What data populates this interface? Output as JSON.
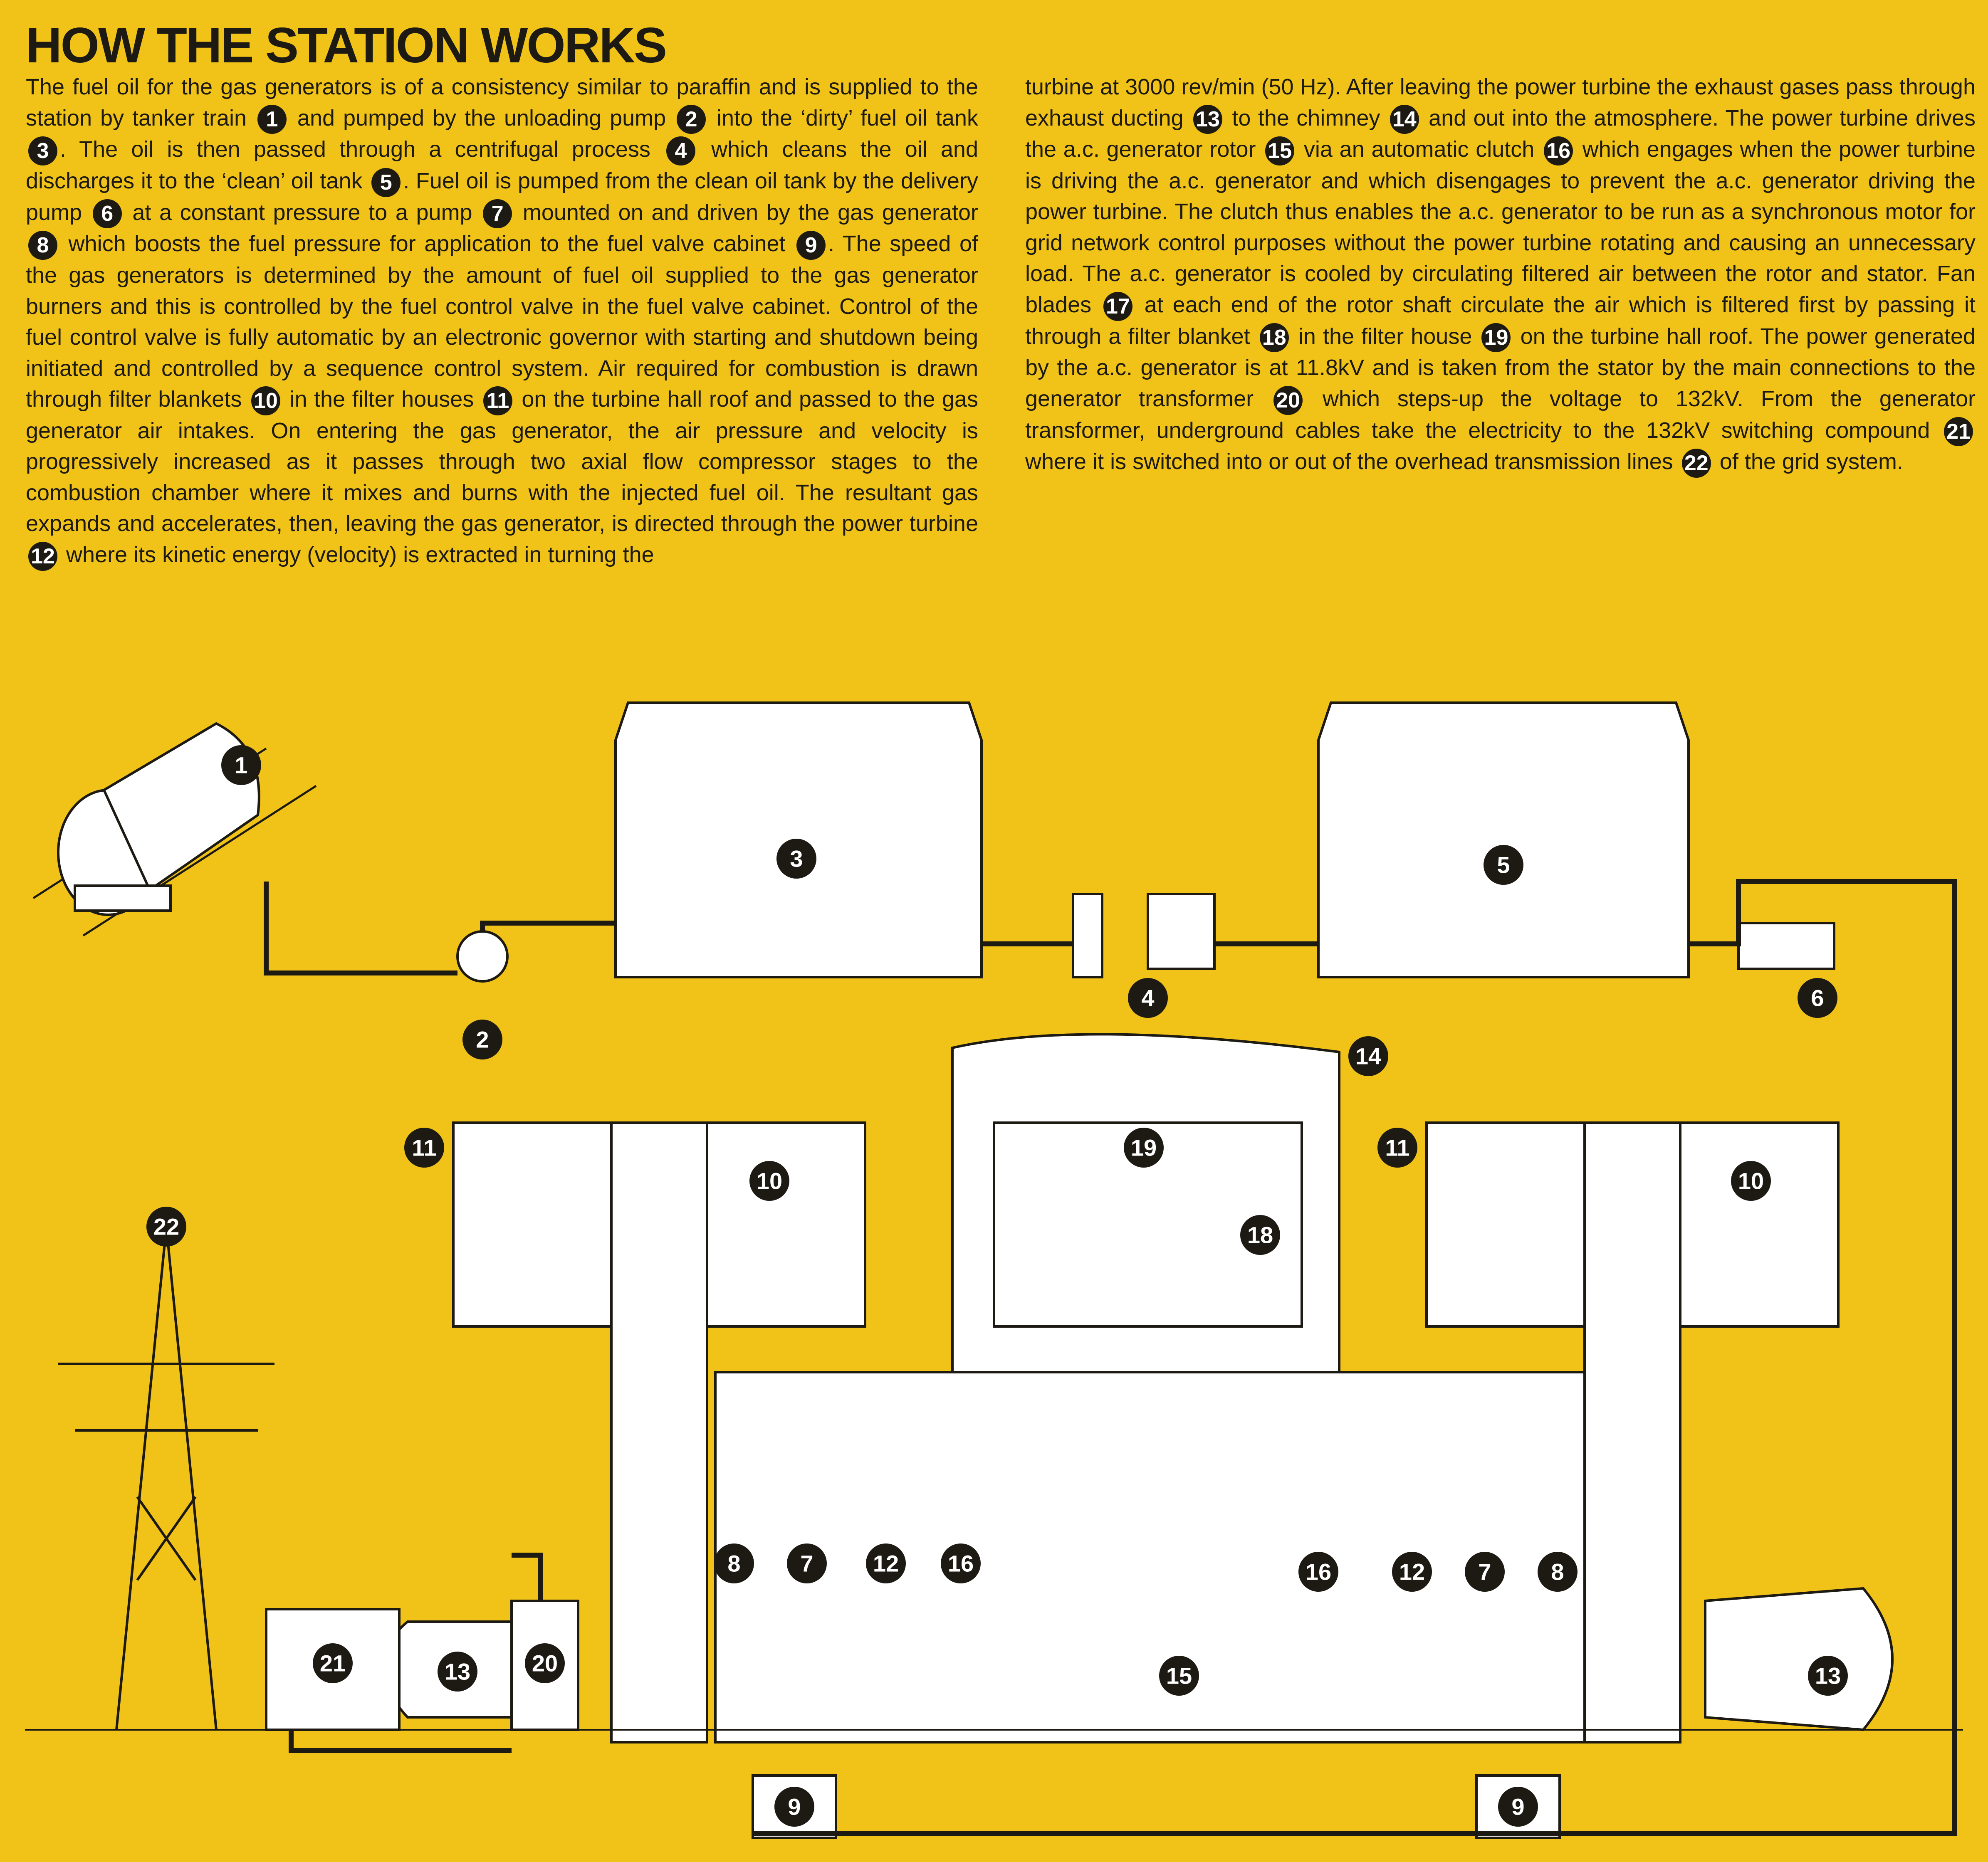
{
  "title": "HOW THE STATION WORKS",
  "left_column": [
    {
      "t": "The fuel oil for the gas generators is of a consistency similar to paraffin and is supplied to the station by tanker train "
    },
    {
      "b": "1"
    },
    {
      "t": " and pumped by the unloading pump "
    },
    {
      "b": "2"
    },
    {
      "t": " into the ‘dirty’ fuel oil tank "
    },
    {
      "b": "3"
    },
    {
      "t": ". The oil is then passed through a centrifugal process "
    },
    {
      "b": "4"
    },
    {
      "t": " which cleans the oil and discharges it to the ‘clean’ oil tank "
    },
    {
      "b": "5"
    },
    {
      "t": ". Fuel oil is pumped from the clean oil tank by the delivery pump "
    },
    {
      "b": "6"
    },
    {
      "t": " at a constant pressure to a pump "
    },
    {
      "b": "7"
    },
    {
      "t": " mounted on and driven by the gas generator "
    },
    {
      "b": "8"
    },
    {
      "t": " which boosts the fuel pressure for application to the fuel valve cabinet "
    },
    {
      "b": "9"
    },
    {
      "t": ". The speed of the gas generators is determined by the amount of fuel oil supplied to the gas generator burners and this is controlled by the fuel control valve in the fuel valve cabinet. Control of the fuel control valve is fully automatic by an electronic governor with starting and shutdown being initiated and controlled by a sequence control system. Air required for combustion is drawn through filter blankets "
    },
    {
      "b": "10"
    },
    {
      "t": " in the filter houses "
    },
    {
      "b": "11"
    },
    {
      "t": " on the turbine hall roof and passed to the gas generator air intakes. On entering the gas generator, the air pressure and velocity is progressively increased as it passes through two axial flow compressor stages to the combustion chamber where it mixes and burns with the injected fuel oil. The resultant gas expands and accelerates, then, leaving the gas generator, is directed through the power turbine "
    },
    {
      "b": "12"
    },
    {
      "t": " where its kinetic energy (velocity) is extracted in turning the"
    }
  ],
  "right_column": [
    {
      "t": "turbine at 3000 rev/min (50 Hz). After leaving the power turbine the exhaust gases pass through exhaust ducting "
    },
    {
      "b": "13"
    },
    {
      "t": " to the chimney "
    },
    {
      "b": "14"
    },
    {
      "t": " and out into the atmosphere. The power turbine drives the a.c. generator rotor "
    },
    {
      "b": "15"
    },
    {
      "t": " via an automatic clutch "
    },
    {
      "b": "16"
    },
    {
      "t": " which engages when the power turbine is driving the a.c. generator and which disengages to prevent the a.c. generator driving the power turbine. The clutch thus enables the a.c. generator to be run as a synchronous motor for grid network control purposes without the power turbine rotating and causing an unnecessary load. The a.c. generator is cooled by circulating filtered air between the rotor and stator. Fan blades "
    },
    {
      "b": "17"
    },
    {
      "t": " at each end of the rotor shaft circulate the air which is filtered first by passing it through a filter blanket "
    },
    {
      "b": "18"
    },
    {
      "t": " in the filter house "
    },
    {
      "b": "19"
    },
    {
      "t": " on the turbine hall roof. The power generated by the a.c. generator is at 11.8kV and is taken from the stator by the main connections to the generator transformer "
    },
    {
      "b": "20"
    },
    {
      "t": " which steps-up the voltage to 132kV. From the generator transformer, underground cables take the electricity to the 132kV switching compound "
    },
    {
      "b": "21"
    },
    {
      "t": " where it is switched into or out of the overhead transmission lines "
    },
    {
      "b": "22"
    },
    {
      "t": " of the grid system."
    }
  ],
  "diagram_labels": {
    "tanker": "1",
    "pump": "2",
    "dirty_tank": "3",
    "centrifuge": "4",
    "clean_tank": "5",
    "delivery_pump": "6",
    "fuel_pump_l": "7",
    "gas_gen_l": "8",
    "valve_cab_l": "9",
    "filter_l": "10",
    "filter_house_l": "11",
    "power_turbine_l": "12",
    "exhaust_r": "13",
    "exhaust_l": "13",
    "chimney": "14",
    "rotor": "15",
    "clutch_l": "16",
    "fuel_pump_r": "7",
    "gas_gen_r": "8",
    "valve_cab_r": "9",
    "filter_r": "10",
    "filter_house_r": "11",
    "power_turbine_r": "12",
    "clutch_r": "16",
    "gen_filter_blanket": "18",
    "gen_filter_house": "19",
    "transformer": "20",
    "switching": "21",
    "pylon": "22"
  },
  "colors": {
    "background": "#f1c319",
    "ink": "#1d1a14",
    "white": "#ffffff"
  }
}
